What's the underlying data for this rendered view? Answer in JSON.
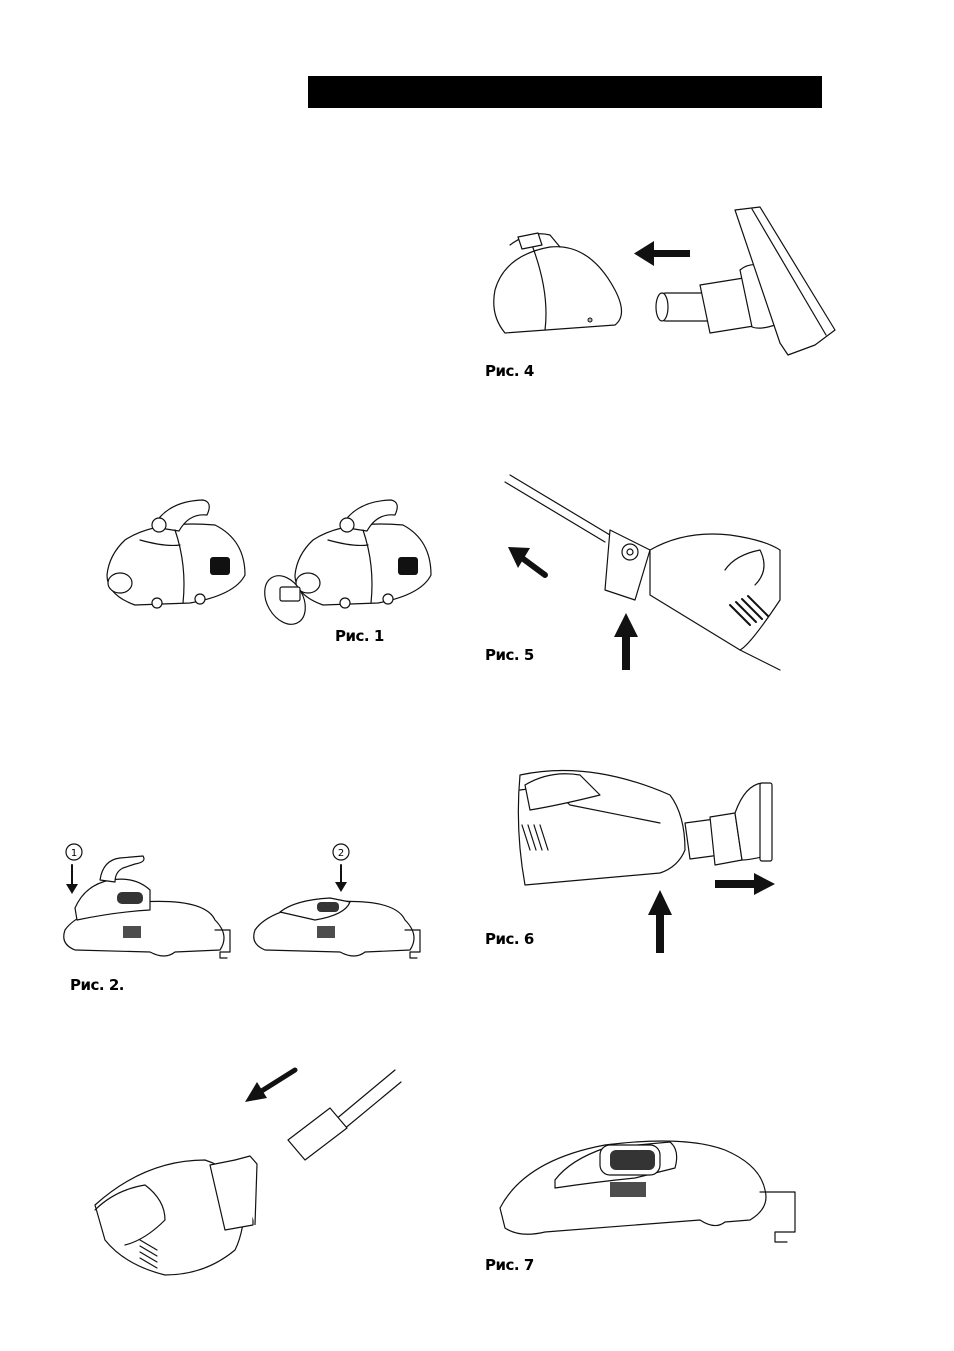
{
  "captions": {
    "fig1": "Рис. 1",
    "fig2": "Рис. 2.",
    "fig4": "Рис. 4",
    "fig5": "Рис. 5",
    "fig6": "Рис. 6",
    "fig7": "Рис. 7"
  },
  "steps": {
    "step1": "1",
    "step2": "2"
  },
  "icons": [
    "arrow-left-icon",
    "arrow-up-icon",
    "arrow-right-icon",
    "arrow-down-icon",
    "arrow-diagonal-icon"
  ]
}
